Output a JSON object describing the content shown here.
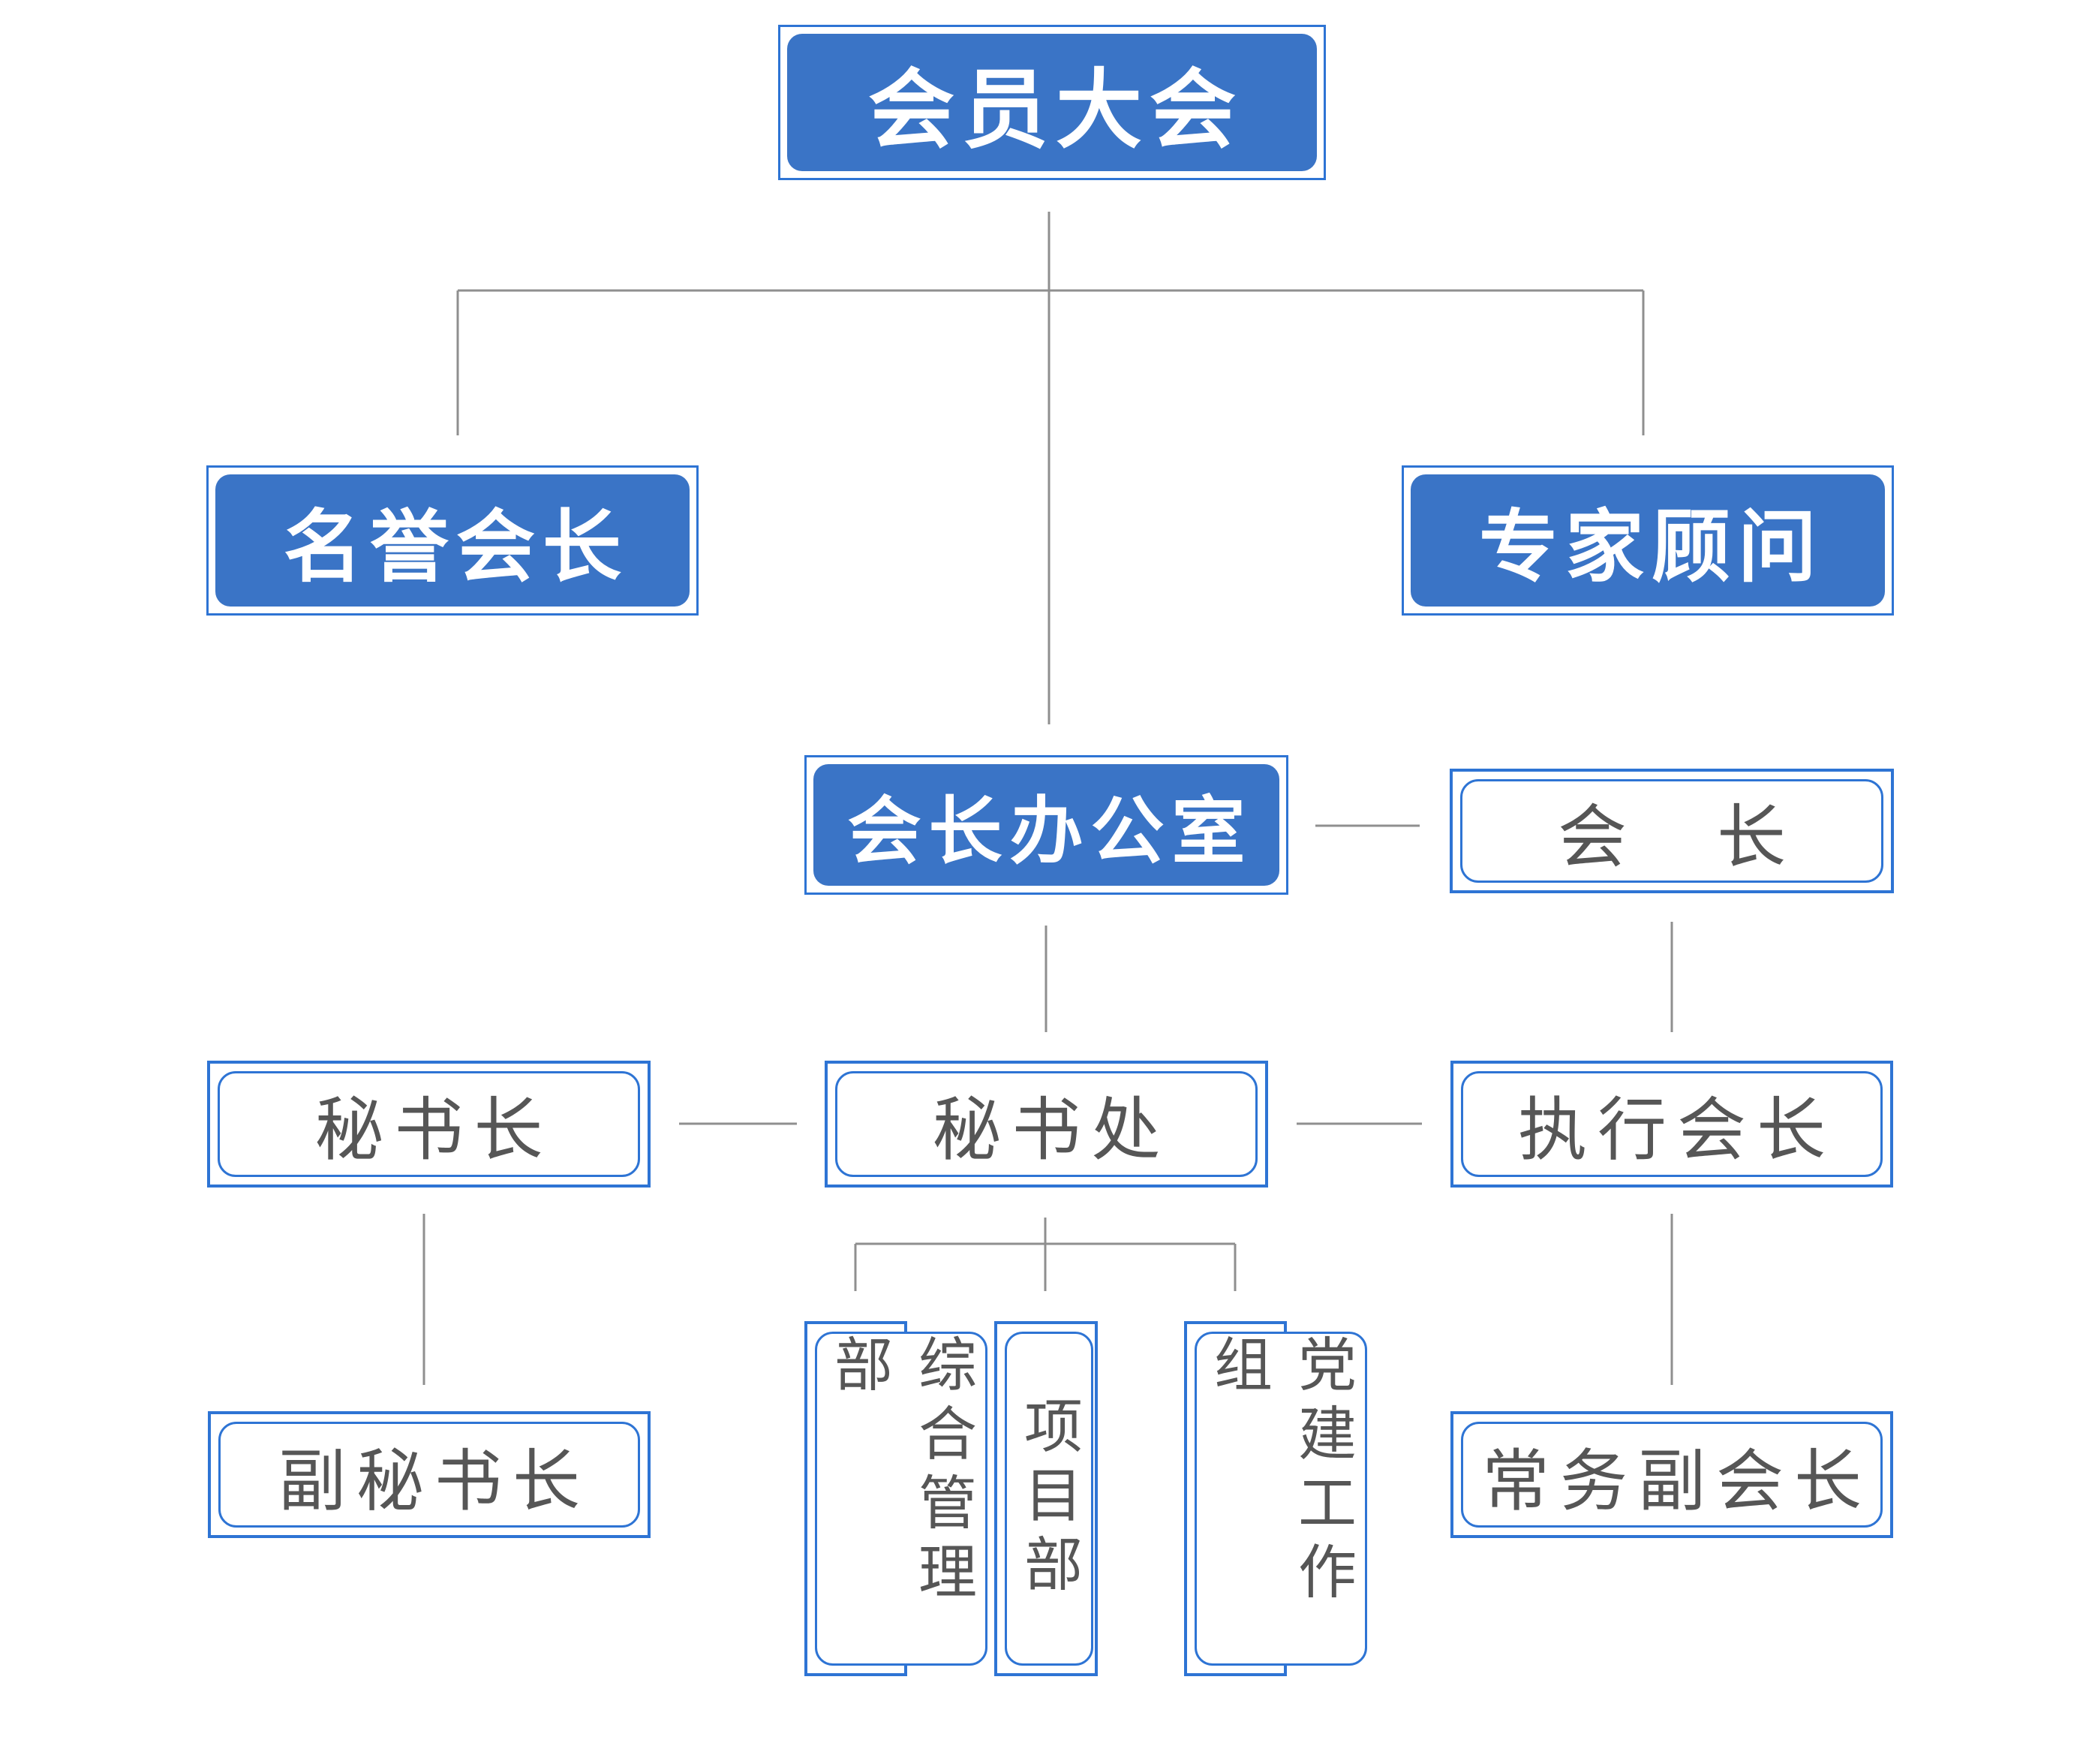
{
  "colors": {
    "box_blue_fill": "#3A74C6",
    "box_blue_border": "#2E74D4",
    "text_white": "#FFFFFF",
    "text_gray": "#565656",
    "connector_gray": "#8F8F8F",
    "background": "#FFFFFF"
  },
  "nodes": {
    "assembly": {
      "label": "会员大会"
    },
    "honorary_president": {
      "label": "名誉会长"
    },
    "expert_advisor": {
      "label": "专家顾问"
    },
    "president_office": {
      "label": "会长办公室"
    },
    "president": {
      "label": "会　长"
    },
    "secretary_general": {
      "label": "秘书长"
    },
    "secretariat": {
      "label": "秘书处"
    },
    "executive_president": {
      "label": "执行会长"
    },
    "deputy_secretary_general": {
      "label": "副秘书长"
    },
    "standing_vice_president": {
      "label": "常务副会长"
    },
    "dept_general_management": {
      "label": "综合管理部"
    },
    "dept_project": {
      "label": "项目部"
    },
    "dept_party_building": {
      "label": "党建工作组"
    }
  }
}
